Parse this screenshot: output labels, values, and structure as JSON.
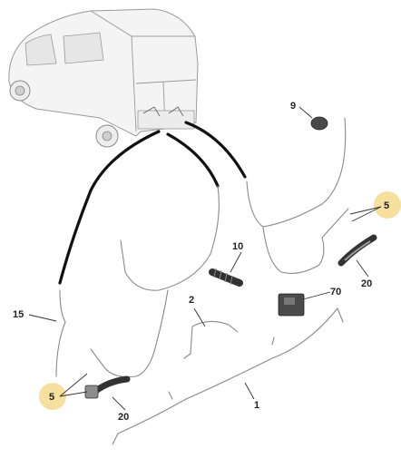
{
  "callouts": {
    "c9": "9",
    "c10": "10",
    "c2": "2",
    "c70": "70",
    "c20_right": "20",
    "c5_right": "5",
    "c15": "15",
    "c5_left": "5",
    "c20_left": "20",
    "c1": "1"
  },
  "colors": {
    "highlight": "#f7dfa0",
    "wire": "#8a8a8a",
    "cable": "#111111",
    "text": "#222222"
  }
}
